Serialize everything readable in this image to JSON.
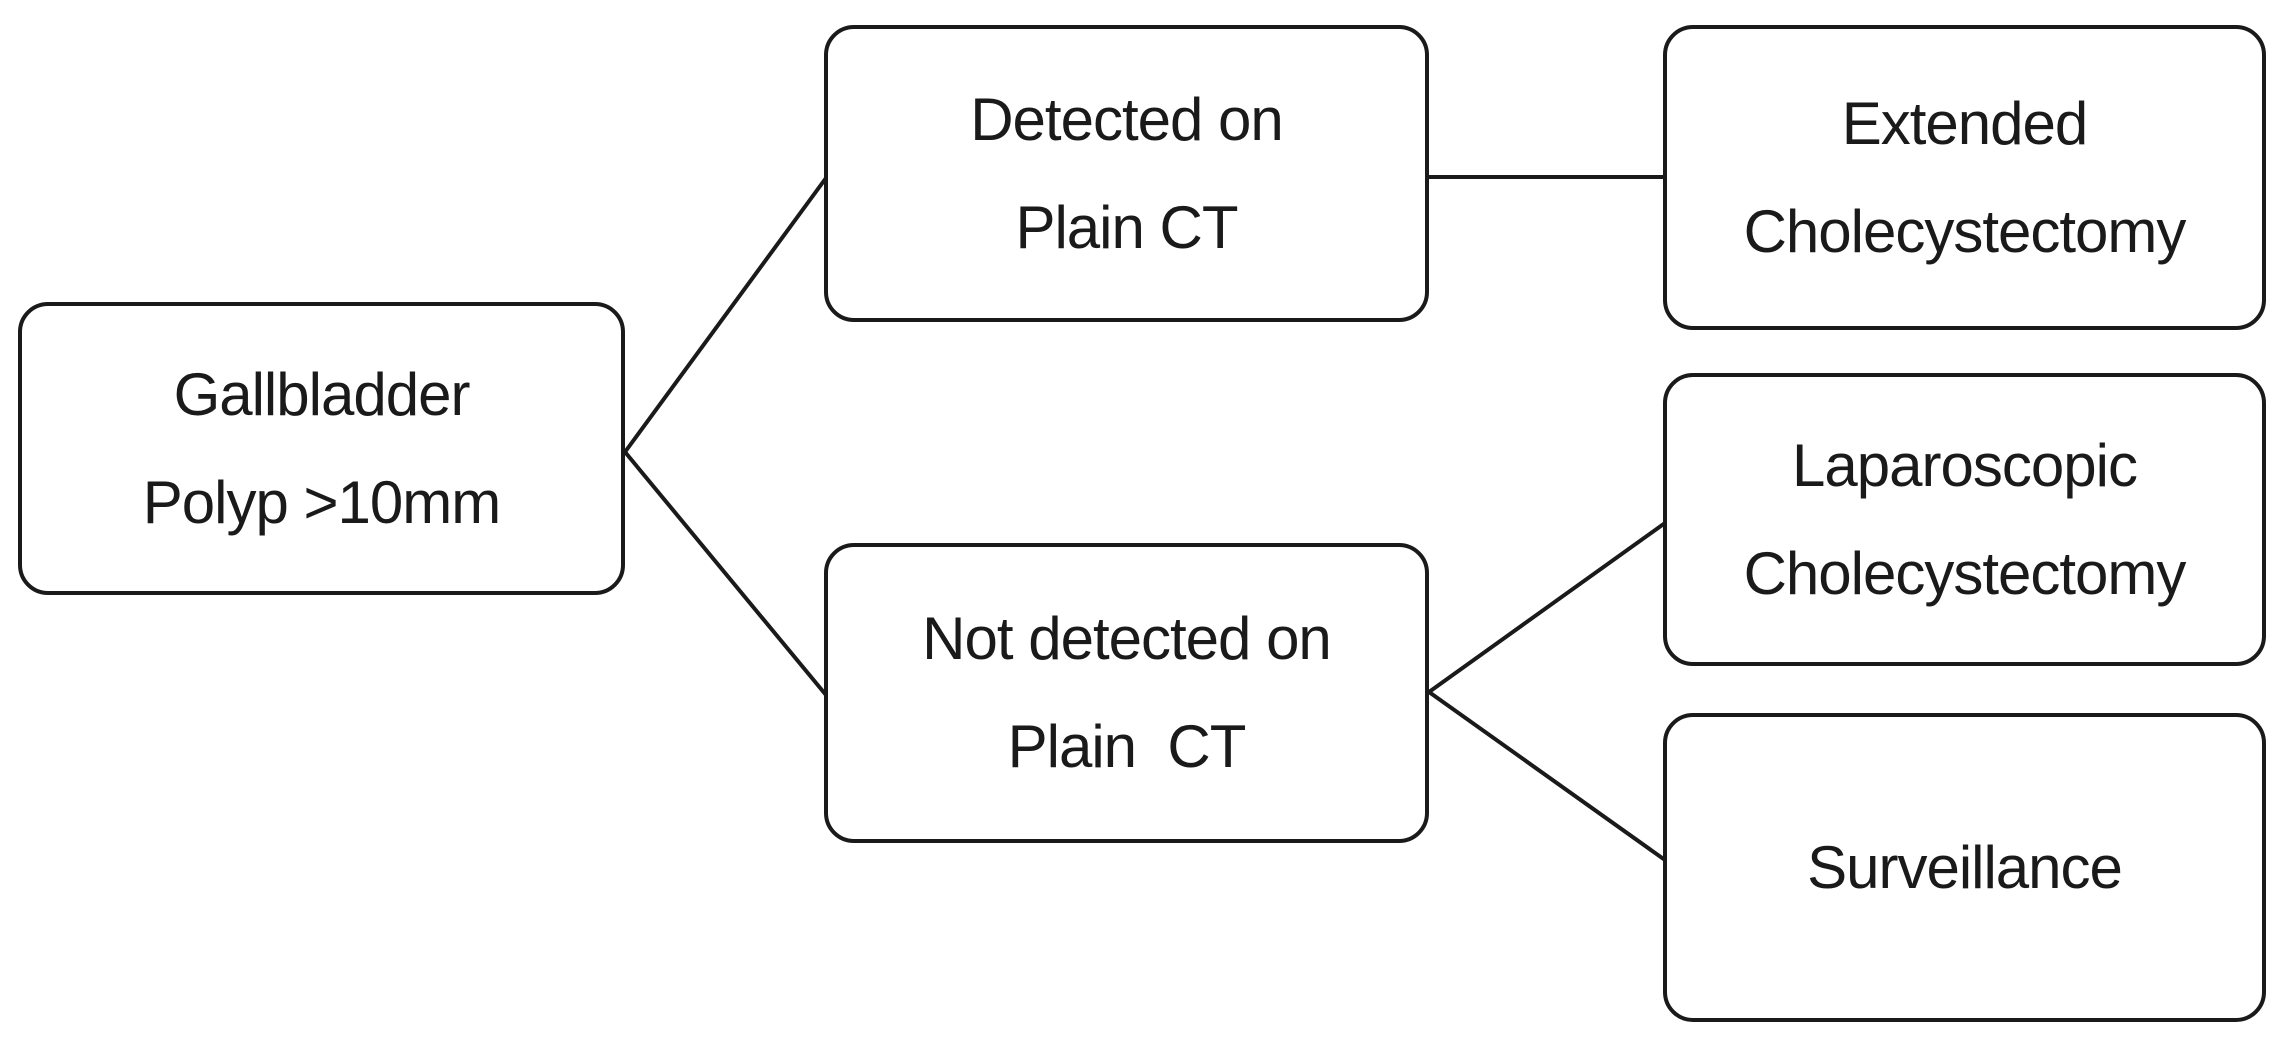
{
  "diagram": {
    "type": "flowchart",
    "background_color": "#ffffff",
    "stroke_color": "#1a1a1a",
    "text_color": "#1a1a1a",
    "nodes": [
      {
        "id": "gallbladder-polyp",
        "lines": [
          "Gallbladder",
          "Polyp >10mm"
        ]
      },
      {
        "id": "detected-plain-ct",
        "lines": [
          "Detected on",
          "Plain CT"
        ]
      },
      {
        "id": "extended-cholecystectomy",
        "lines": [
          "Extended",
          "Cholecystectomy"
        ]
      },
      {
        "id": "not-detected-plain-ct",
        "lines": [
          "Not detected on",
          "Plain  CT"
        ]
      },
      {
        "id": "laparoscopic-cholecystectomy",
        "lines": [
          "Laparoscopic",
          "Cholecystectomy"
        ]
      },
      {
        "id": "surveillance",
        "lines": [
          "Surveillance"
        ]
      }
    ],
    "edges": [
      {
        "from": "gallbladder-polyp",
        "to": "detected-plain-ct"
      },
      {
        "from": "gallbladder-polyp",
        "to": "not-detected-plain-ct"
      },
      {
        "from": "detected-plain-ct",
        "to": "extended-cholecystectomy"
      },
      {
        "from": "not-detected-plain-ct",
        "to": "laparoscopic-cholecystectomy"
      },
      {
        "from": "not-detected-plain-ct",
        "to": "surveillance"
      }
    ]
  }
}
